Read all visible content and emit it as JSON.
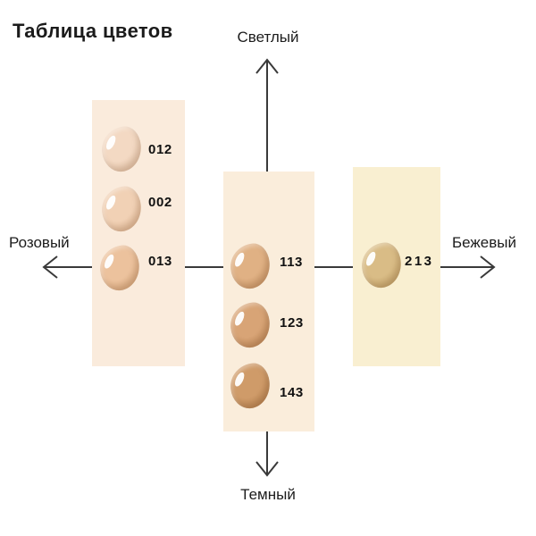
{
  "title": "Таблица цветов",
  "axes": {
    "top_label": "Светлый",
    "bottom_label": "Темный",
    "left_label": "Розовый",
    "right_label": "Бежевый",
    "line_color": "#3a3a3a"
  },
  "columns": [
    {
      "name": "pink",
      "bg": "#FAEBDC",
      "swatches": [
        {
          "code": "012",
          "base": "#F3D9C3",
          "edge": "#E2BFA1"
        },
        {
          "code": "002",
          "base": "#F1D1B5",
          "edge": "#DDB28D"
        },
        {
          "code": "013",
          "base": "#ECC29D",
          "edge": "#D5A274"
        }
      ]
    },
    {
      "name": "neutral",
      "bg": "#FAEDDB",
      "swatches": [
        {
          "code": "113",
          "base": "#E0B184",
          "edge": "#C5905F"
        },
        {
          "code": "123",
          "base": "#D8A476",
          "edge": "#BA8351"
        },
        {
          "code": "143",
          "base": "#CF9B69",
          "edge": "#B07A47"
        }
      ]
    },
    {
      "name": "beige",
      "bg": "#F9EFD1",
      "swatches": [
        {
          "code": "213",
          "base": "#D9BC86",
          "edge": "#BE9D60"
        }
      ]
    }
  ]
}
